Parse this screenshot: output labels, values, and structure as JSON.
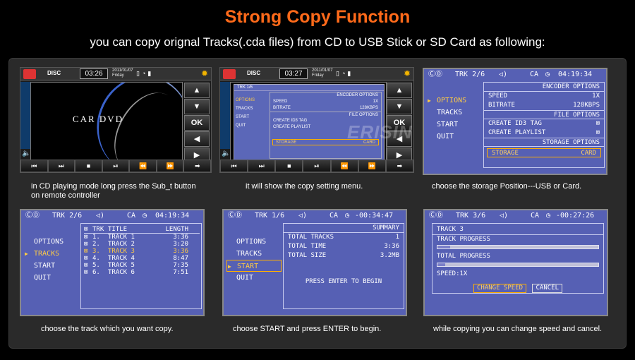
{
  "title": "Strong Copy Function",
  "subtitle": "you can copy orignal Tracks(.cda files) from CD to USB Stick or SD Card as following:",
  "watermark": "ERISIN",
  "captions": [
    "in CD playing mode long press the Sub_t button on remote controller",
    "it will show the copy setting menu.",
    "choose the storage Position---USB or Card.",
    "choose the track which you want copy.",
    "choose START and press ENTER to begin.",
    "while copying you can change speed and cancel."
  ],
  "unit1": {
    "disc_label": "DISC",
    "clock": "03:26",
    "date_line1": "2011/01/07",
    "date_line2": "Friday",
    "display_text": "CAR DVD",
    "side_buttons": [
      "▲",
      "▼",
      "OK",
      "◀",
      "▶"
    ],
    "bottom_buttons": [
      "⏮",
      "⏭",
      "■",
      "⏯",
      "⏪",
      "⏩",
      "➡"
    ]
  },
  "unit2": {
    "disc_label": "DISC",
    "clock": "03:27",
    "date_line1": "2011/01/07",
    "date_line2": "Friday",
    "mini_header": "TRK 1/6",
    "mini_menu": [
      "OPTIONS",
      "TRACKS",
      "START",
      "QUIT"
    ],
    "encoder_header": "ENCODER OPTIONS",
    "speed_label": "SPEED",
    "speed_value": "1X",
    "bitrate_label": "BITRATE",
    "bitrate_value": "128KBPS",
    "file_header": "FILE OPTIONS",
    "id3_label": "CREATE ID3 TAG",
    "playlist_label": "CREATE PLAYLIST",
    "storage_label": "STORAGE",
    "storage_value": "CARD",
    "side_buttons": [
      "▲",
      "▼",
      "OK",
      "◀",
      "▶"
    ],
    "bottom_buttons": [
      "⏮",
      "⏭",
      "■",
      "⏯",
      "⏪",
      "⏩",
      "➡"
    ]
  },
  "screen3": {
    "trk": "TRK 2/6",
    "time": "04:19:34",
    "menu": [
      "OPTIONS",
      "TRACKS",
      "START",
      "QUIT"
    ],
    "encoder_header": "ENCODER OPTIONS",
    "speed_label": "SPEED",
    "speed_value": "1X",
    "bitrate_label": "BITRATE",
    "bitrate_value": "128KBPS",
    "file_header": "FILE OPTIONS",
    "id3_label": "CREATE ID3 TAG",
    "id3_value": "⊠",
    "playlist_label": "CREATE PLAYLIST",
    "playlist_value": "⊠",
    "storage_header": "STORAGE OPTIONS",
    "storage_label": "STORAGE",
    "storage_value": "CARD"
  },
  "screen4": {
    "trk": "TRK 2/6",
    "time": "04:19:34",
    "menu": [
      "OPTIONS",
      "TRACKS",
      "START",
      "QUIT"
    ],
    "col_check": "⊠",
    "col_trk": "TRK",
    "col_title": "TITLE",
    "col_length": "LENGTH",
    "tracks": [
      {
        "n": "1.",
        "title": "TRACK 1",
        "length": "3:36"
      },
      {
        "n": "2.",
        "title": "TRACK 2",
        "length": "3:20"
      },
      {
        "n": "3.",
        "title": "TRACK 3",
        "length": "3:36"
      },
      {
        "n": "4.",
        "title": "TRACK 4",
        "length": "8:47"
      },
      {
        "n": "5.",
        "title": "TRACK 5",
        "length": "7:35"
      },
      {
        "n": "6.",
        "title": "TRACK 6",
        "length": "7:51"
      }
    ]
  },
  "screen5": {
    "trk": "TRK 1/6",
    "time": "-00:34:47",
    "menu": [
      "OPTIONS",
      "TRACKS",
      "START",
      "QUIT"
    ],
    "summary_header": "SUMMARY",
    "total_tracks_label": "TOTAL TRACKS",
    "total_tracks_value": "1",
    "total_time_label": "TOTAL TIME",
    "total_time_value": "3:36",
    "total_size_label": "TOTAL SIZE",
    "total_size_value": "3.2MB",
    "press_enter": "PRESS ENTER TO BEGIN"
  },
  "screen6": {
    "trk": "TRK 3/6",
    "time": "-00:27:26",
    "track_name": "TRACK 3",
    "track_progress_label": "TRACK PROGRESS",
    "track_progress": 0.08,
    "total_progress_label": "TOTAL PROGRESS",
    "total_progress": 0.05,
    "speed_line": "SPEED:1X",
    "change_speed": "CHANGE SPEED",
    "cancel": "CANCEL"
  }
}
